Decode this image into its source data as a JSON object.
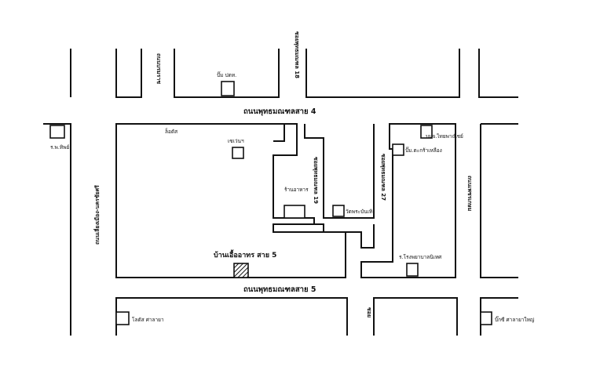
{
  "roads": {
    "top": "ถนนพุทธมณฑลสาย 4",
    "bottom": "ถนนพุทธมณฑลสาย 5",
    "left_vertical": "ถนนเลี่ยงเมือง-นครชัยศรี",
    "right_vertical": "ถนนเพชรเกษม",
    "top_left_vertical": "ถนนบรมราช",
    "soi_18": "ซอยพุทธมณฑล 18",
    "soi_19": "ซอยพุทธมณฑล 19",
    "soi_27": "ซอยพุทธมณฑล 27",
    "bottom_soi": "ซอย"
  },
  "landmarks": {
    "gas_station_top": "ปั๊ม ปตท.",
    "hospital_left": "ร.พ.ทิพย์",
    "lotus": "ล็อตัส",
    "seven_eleven_top": "เซเว่นฯ",
    "shop_mid": "ร้านอาหาร",
    "temple": "วัดพระบันเทิง",
    "bank": "บมจ.ไทยพาณิชย์",
    "gas_station_right": "ปั๊ม.ตะกร้าเหลือง",
    "school_right": "ร.โรงพยาบาลนิเทศ",
    "bottom_left_shop": "โลตัส ศาลายา",
    "bottom_right_shop": "บิ๊กซี ศาลายาใหญ่"
  },
  "destination": {
    "label": "บ้านเอื้ออาทร สาย 5"
  },
  "colors": {
    "line": "#111111",
    "background": "#ffffff"
  }
}
